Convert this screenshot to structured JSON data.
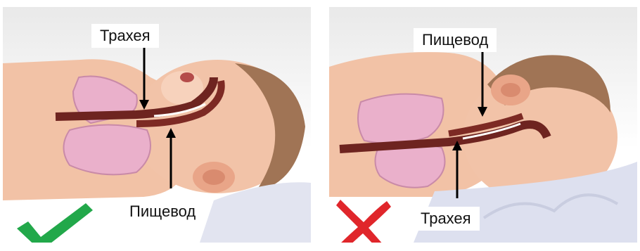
{
  "left_panel": {
    "label_top": "Трахея",
    "label_bottom": "Пищевод",
    "verdict_icon": "checkmark-icon",
    "verdict_color": "#22a84a"
  },
  "right_panel": {
    "label_top": "Пищевод",
    "label_bottom": "Трахея",
    "verdict_icon": "cross-icon",
    "verdict_color": "#e0262b"
  },
  "colors": {
    "skin": "#f0b99d",
    "lungs": "#e9a9c6",
    "airway": "#7a2a22",
    "hair": "#9a6b4c",
    "blanket": "#dfe2ef"
  }
}
